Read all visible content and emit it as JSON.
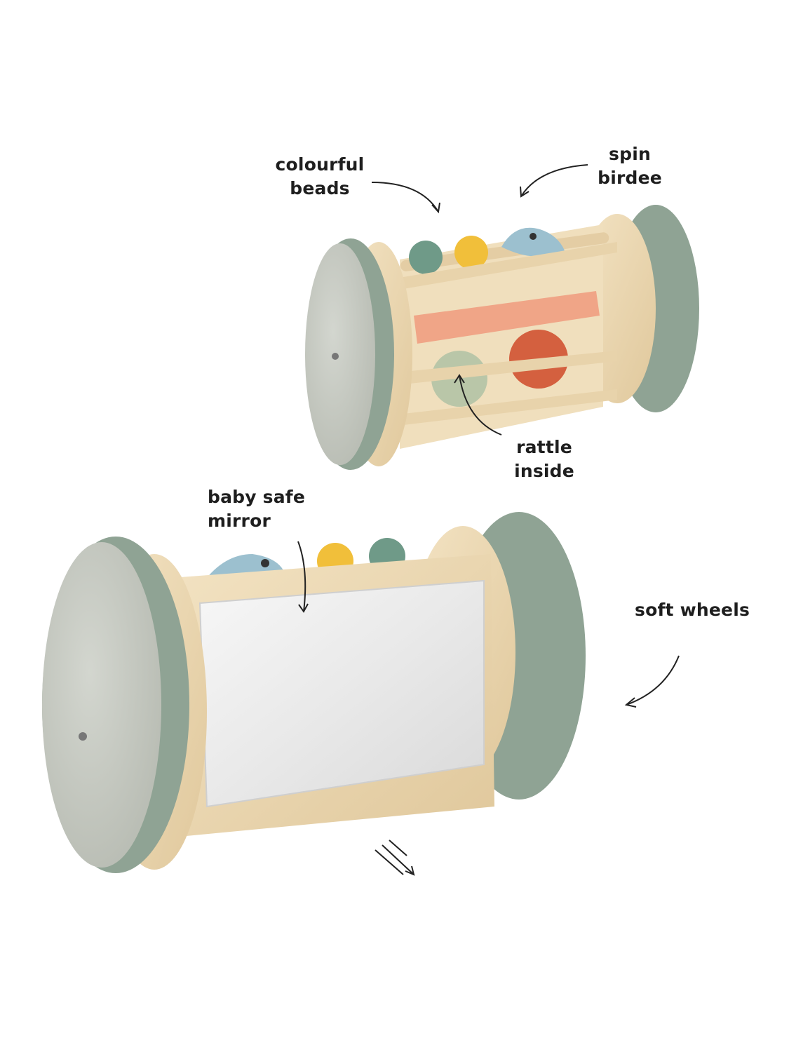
{
  "labels": {
    "colourful_beads": [
      "colourful",
      "beads"
    ],
    "spin_birdee": [
      "spin",
      "birdee"
    ],
    "rattle_inside": [
      "rattle",
      "inside"
    ],
    "baby_safe_mirror": [
      "baby safe",
      "mirror"
    ],
    "soft_wheels": [
      "soft wheels"
    ]
  },
  "colors": {
    "wheel": "#8fa394",
    "wheel_face": "#c9ccc5",
    "wood": "#ecd9b5",
    "peach_rod": "#f0a587",
    "bead_yellow": "#f1bf3a",
    "bead_green": "#6f9a88",
    "ball_red": "#d4603f",
    "ball_sage": "#b9c6a8",
    "bird": "#9cc0cf",
    "mirror": "#ededed"
  }
}
